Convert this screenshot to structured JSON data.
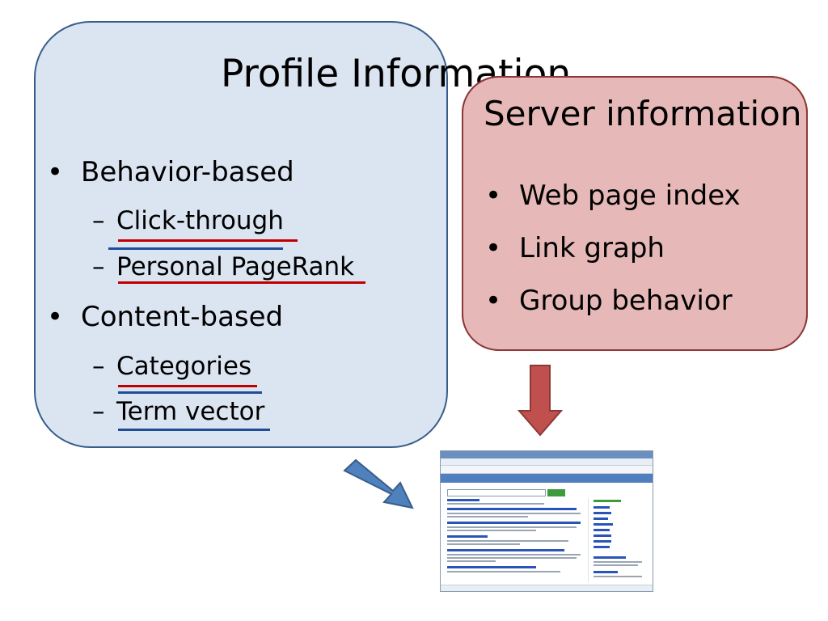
{
  "profile": {
    "title": "Profile Information",
    "items": [
      {
        "label": "Behavior-based",
        "sub": [
          "Click-through",
          "Personal PageRank"
        ]
      },
      {
        "label": "Content-based",
        "sub": [
          "Categories",
          "Term vector"
        ]
      }
    ],
    "bullet": "•",
    "dash": "–"
  },
  "server": {
    "title": "Server information",
    "items": [
      "Web page index",
      "Link graph",
      "Group behavior"
    ]
  },
  "colors": {
    "profile_fill": "#dbe5f1",
    "profile_border": "#385d8a",
    "server_fill": "#e6b9b8",
    "server_border": "#8c3836",
    "underline_red": "#c00000",
    "underline_blue": "#1f4e99",
    "arrow_red": "#c0504d",
    "arrow_blue": "#4f81bd"
  },
  "icons": {
    "down_arrow": "down-arrow-icon",
    "diagonal_arrow": "diagonal-arrow-icon",
    "screenshot": "browser-screenshot-image"
  }
}
